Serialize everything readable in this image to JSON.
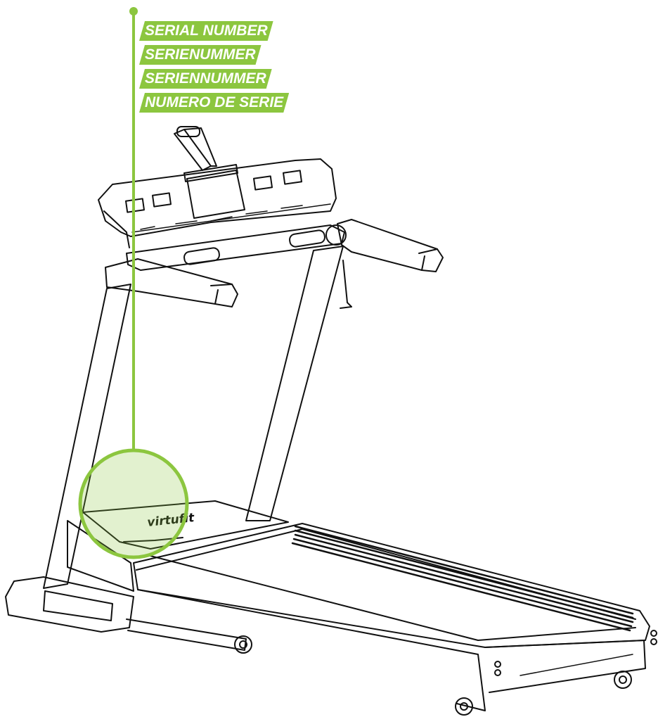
{
  "callout": {
    "labels": [
      "SERIAL NUMBER",
      "SERIENUMMER",
      "SERIENNUMMER",
      "NUMERO DE SERIE"
    ],
    "accent_color": "#8cc63f"
  },
  "product": {
    "brand_text": "virtufit"
  }
}
